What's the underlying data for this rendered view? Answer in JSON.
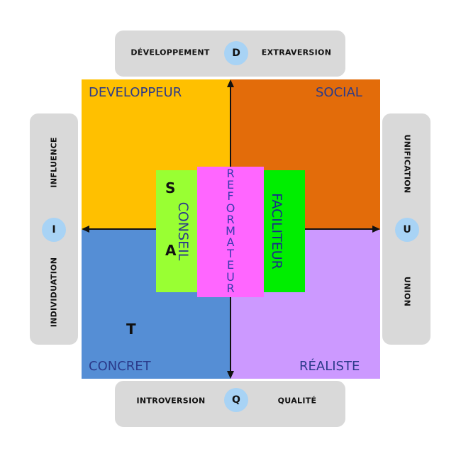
{
  "panels": {
    "top": {
      "left_label": "DÉVELOPPEMENT",
      "right_label": "EXTRAVERSION",
      "circle": "D"
    },
    "bottom": {
      "left_label": "INTROVERSION",
      "right_label": "QUALITÉ",
      "circle": "Q"
    },
    "left": {
      "top_label": "INFLUENCE",
      "bottom_label": "INDIVIDUATION",
      "circle": "I"
    },
    "right": {
      "top_label": "UNIFICATION",
      "bottom_label": "UNION",
      "circle": "U"
    }
  },
  "quadrants": {
    "top_left": {
      "label": "DEVELOPPEUR",
      "color": "#ffc000"
    },
    "top_right": {
      "label": "SOCIAL",
      "color": "#e36c0a"
    },
    "bottom_left": {
      "label": "CONCRET",
      "color": "#558ed5"
    },
    "bottom_right": {
      "label": "RÉALISTE",
      "color": "#cc99ff"
    }
  },
  "strips": {
    "conseil": {
      "label": "CONSEIL",
      "color": "#99ff33"
    },
    "reformateur": {
      "label": "REFORMATEUR",
      "color": "#ff66ff"
    },
    "facilitateur": {
      "label": "FACILITEUR",
      "color": "#00ee00"
    }
  },
  "letters": {
    "s": "S",
    "a": "A",
    "t": "T"
  }
}
